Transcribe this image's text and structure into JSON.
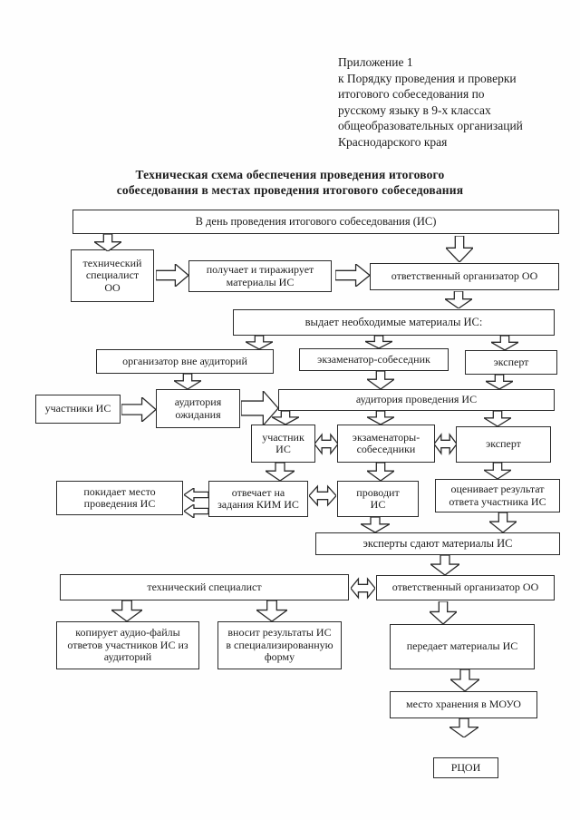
{
  "page": {
    "annex": "Приложение 1\nк Порядку проведения и проверки\nитогового собеседования по\nрусскому языку в 9-х классах\nобщеобразовательных организаций\nКраснодарского края",
    "title": "Техническая схема обеспечения проведения итогового\nсобеседования в местах проведения итогового собеседования"
  },
  "nodes": {
    "banner_day": "В день проведения итогового собеседования (ИС)",
    "tech_spec_oo": "технический\nспециалист\nОО",
    "receives_materials": "получает и тиражирует\nматериалы ИС",
    "resp_org_1": "ответственный организатор ОО",
    "issues_materials": "выдает необходимые материалы ИС:",
    "org_outside": "организатор вне аудиторий",
    "exam_interlocutor": "экзаменатор-собеседник",
    "expert_top": "эксперт",
    "participants_is": "участники ИС",
    "waiting_room": "аудитория\nожидания",
    "conduct_room": "аудитория проведения ИС",
    "participant_is": "участник\nИС",
    "examiners": "экзаменаторы-\nсобеседники",
    "expert_mid": "эксперт",
    "leaves_place": "покидает место\nпроведения ИС",
    "answers_kim": "отвечает на\nзадания КИМ ИС",
    "conducts_is": "проводит\nИС",
    "evaluates_result": "оценивает результат\nответа участника ИС",
    "experts_submit": "эксперты сдают материалы ИС",
    "tech_spec": "технический специалист",
    "resp_org_2": "ответственный организатор ОО",
    "copies_audio": "копирует аудио-файлы\nответов участников ИС из\nаудиторий",
    "enters_results": "вносит результаты ИС\nв специализированную\nформу",
    "transfers_materials": "передает материалы ИС",
    "storage_moyo": "место хранения в МОУО",
    "rcoi": "РЦОИ"
  }
}
